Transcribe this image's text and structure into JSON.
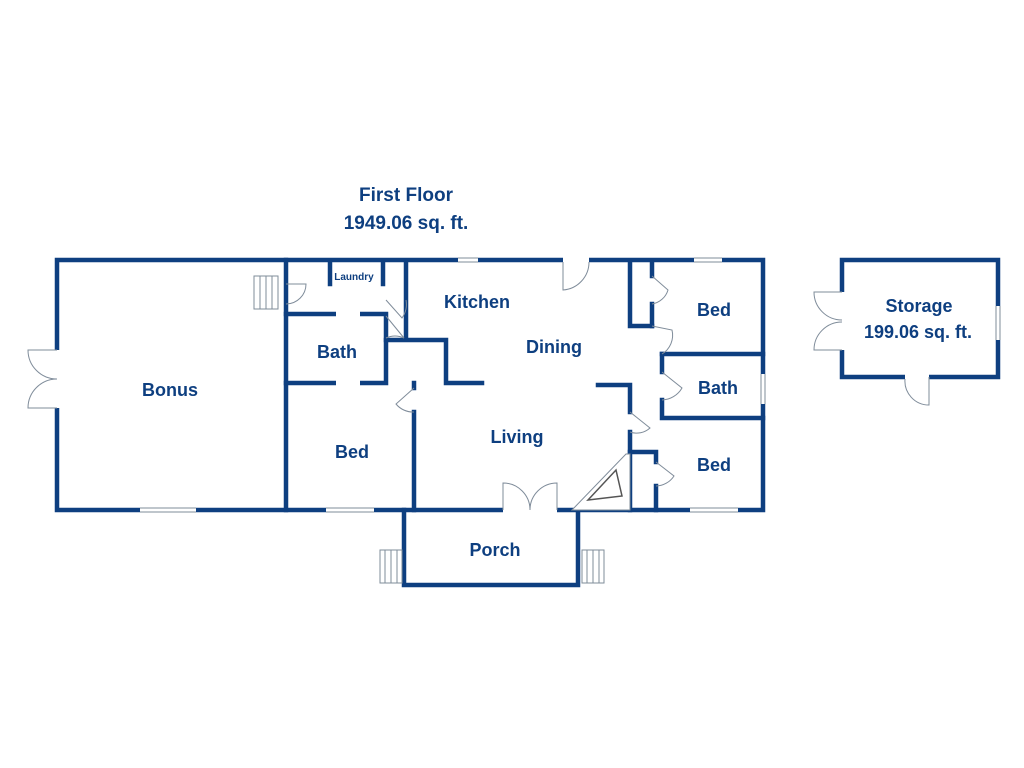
{
  "floor": {
    "title": "First Floor",
    "area": "1949.06 sq. ft."
  },
  "rooms": {
    "bonus": "Bonus",
    "bath_left": "Bath",
    "bed_left": "Bed",
    "laundry": "Laundry",
    "kitchen": "Kitchen",
    "dining": "Dining",
    "living": "Living",
    "bed_top_right": "Bed",
    "bath_right": "Bath",
    "bed_bottom_right": "Bed",
    "porch": "Porch"
  },
  "storage": {
    "title": "Storage",
    "area": "199.06 sq. ft."
  },
  "colors": {
    "wall": "#0e3f80",
    "detail": "#7f8c9a",
    "background": "#ffffff"
  }
}
